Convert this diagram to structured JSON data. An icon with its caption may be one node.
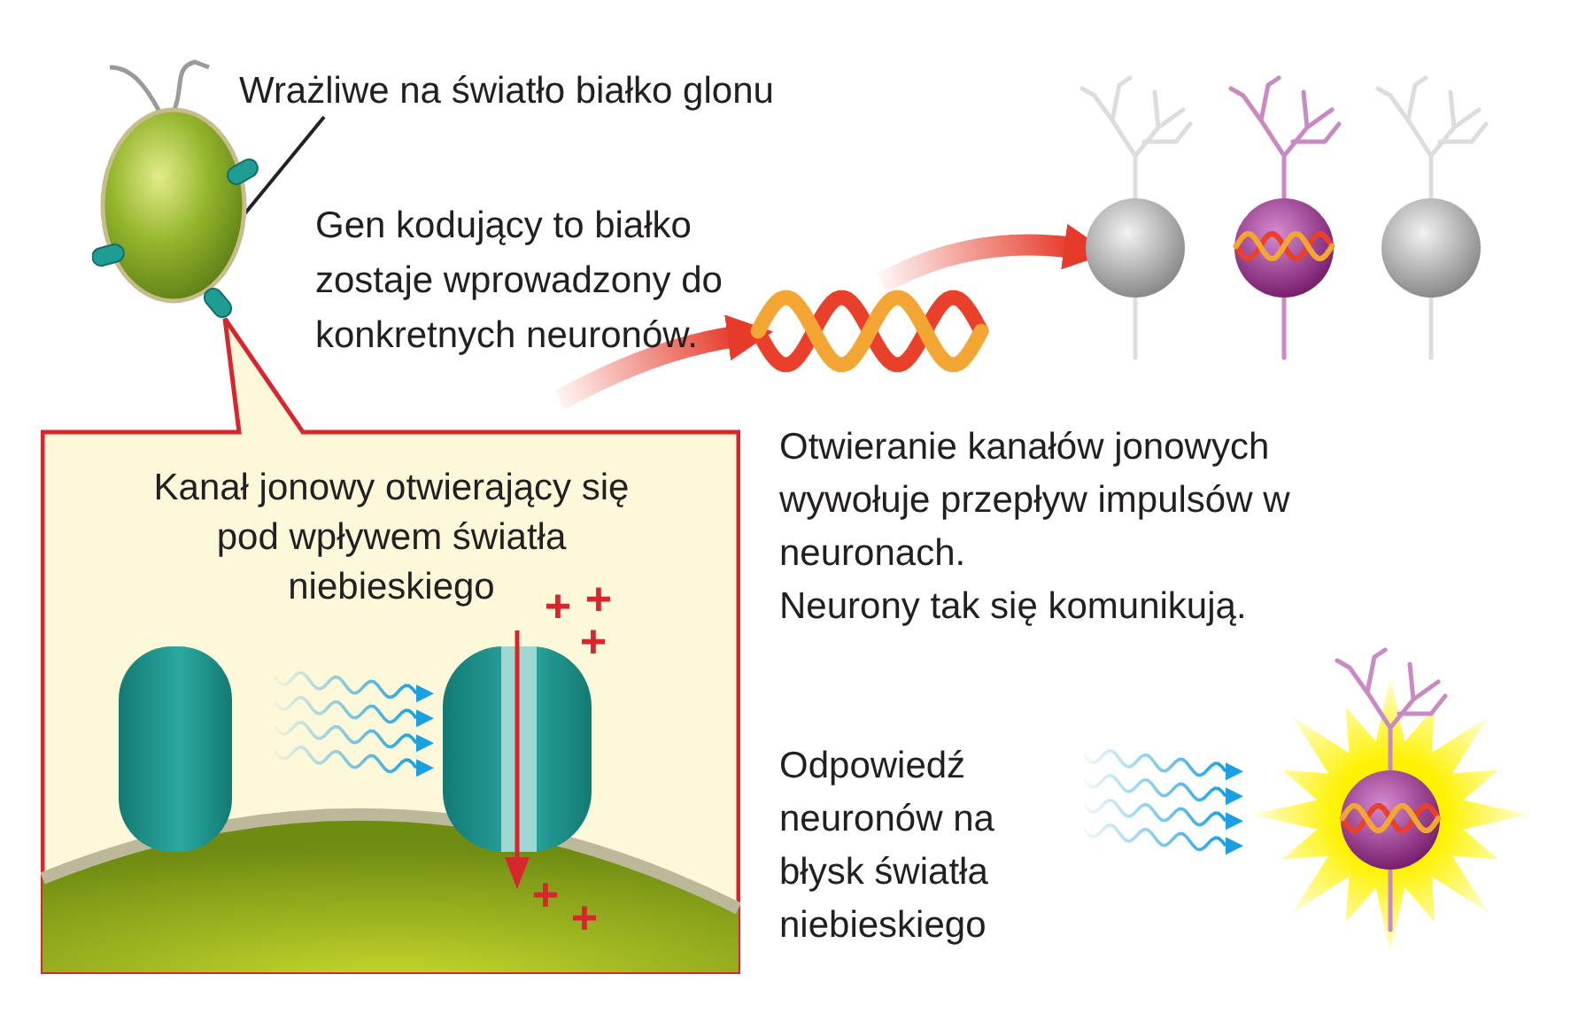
{
  "diagram": {
    "nodes": [
      {
        "text": [],
        "shape": "picture"
      },
      {
        "text": [
          "Wrażliwe na światło białko glonu"
        ]
      },
      {
        "text": [
          "Gen kodujący to białko zostaje wprowadzony do konkretnych neuronów."
        ]
      },
      {
        "text": [],
        "shape": "picture"
      },
      {
        "text": [],
        "shape": "picture"
      },
      {
        "text": [],
        "shape": "picture"
      },
      {
        "text": [],
        "shape": "picture"
      },
      {
        "text": [
          "Kanał jonowy otwierający się pod wpływem światła niebieskiego"
        ]
      }
    ],
    "edges": [
      {
        "from": 1,
        "to": 0,
        "arrow": "none",
        "color": "#222222"
      },
      {
        "from": null,
        "to": 3,
        "arrow": "to",
        "style": "thick"
      },
      {
        "from": 3,
        "to": 4,
        "arrow": "to",
        "style": "thick"
      }
    ],
    "labels": [
      "Otwieranie kanałów jonowych wywołuje przepływ impulsów w neuronach.",
      "Neurony tak się komunikują.",
      "+",
      "+",
      "+",
      "+",
      "+",
      "Odpowiedź neuronów na błysk światła niebieskiego"
    ]
  }
}
